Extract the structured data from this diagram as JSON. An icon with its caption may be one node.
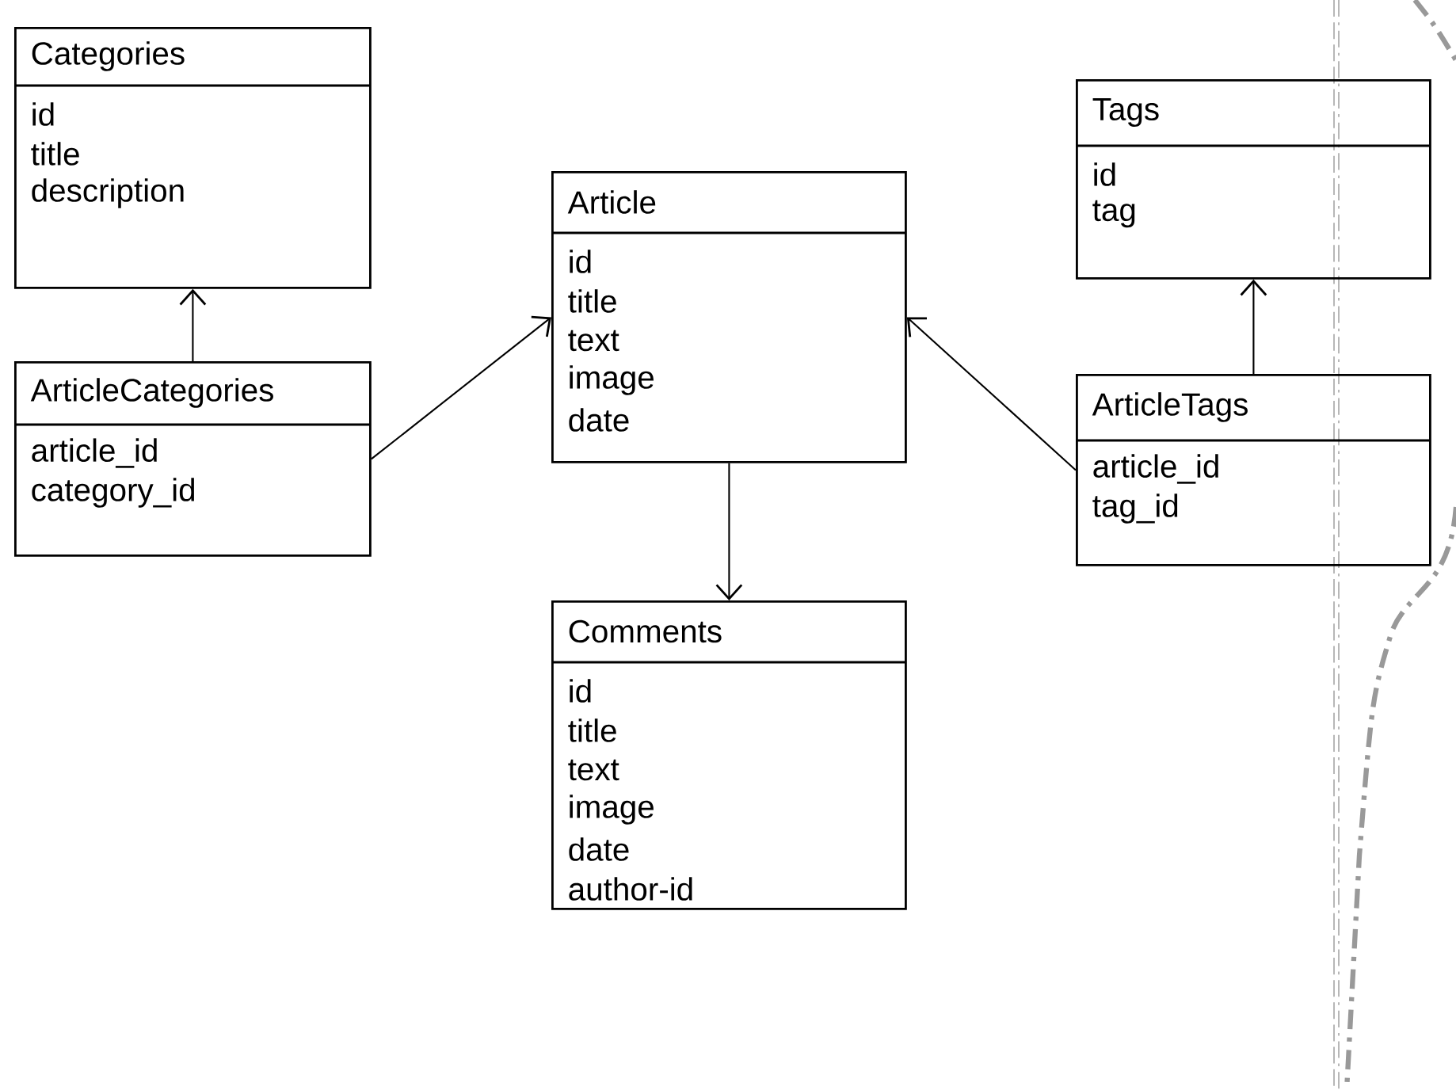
{
  "diagram": {
    "nodes": [
      {
        "text": [
          "Categories",
          "id",
          "title",
          "description"
        ]
      },
      {
        "text": [
          "Article",
          "id",
          "title",
          "text",
          "image",
          "date"
        ]
      },
      {
        "text": [
          "Tags",
          "id",
          "tag"
        ]
      },
      {
        "text": [
          "ArticleCategories",
          "article_id",
          "category_id"
        ]
      },
      {
        "text": [
          "ArticleTags",
          "article_id",
          "tag_id"
        ]
      },
      {
        "text": [
          "Comments",
          "id",
          "title",
          "text",
          "image",
          "date",
          "author-id"
        ]
      }
    ],
    "edges": [
      {
        "from": 3,
        "to": 0,
        "arrow": "to"
      },
      {
        "from": 3,
        "to": 1,
        "arrow": "to"
      },
      {
        "from": 1,
        "to": 5,
        "arrow": "to"
      },
      {
        "from": 4,
        "to": 1,
        "arrow": "to"
      },
      {
        "from": 4,
        "to": 2,
        "arrow": "to"
      }
    ]
  }
}
